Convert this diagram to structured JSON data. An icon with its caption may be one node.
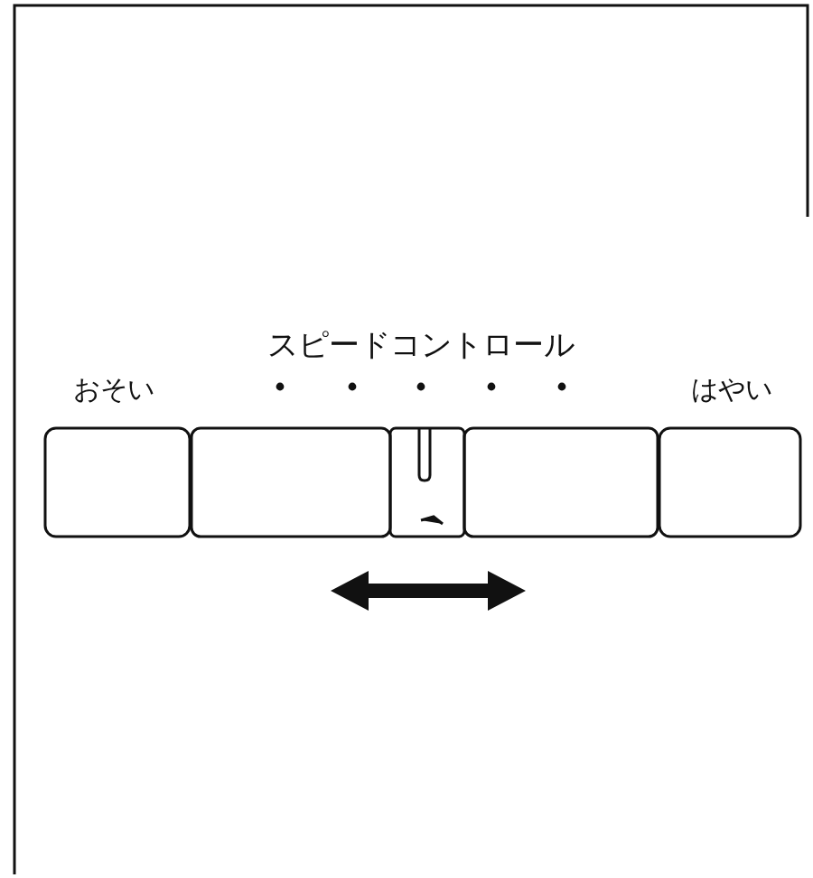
{
  "diagram": {
    "labels": [
      "スピードコントロール",
      "おそい",
      "はやい"
    ]
  }
}
